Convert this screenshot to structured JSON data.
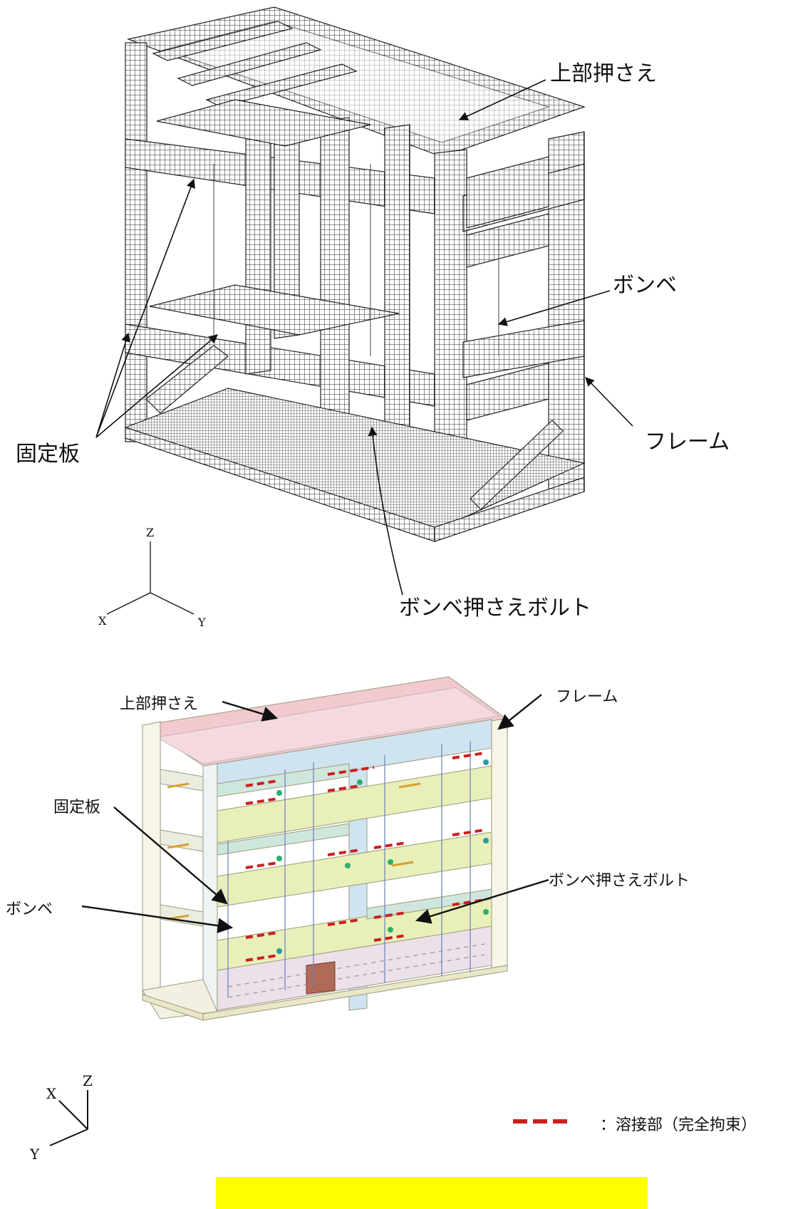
{
  "top_figure": {
    "labels": {
      "upper_clamp": "上部押さえ",
      "cylinder": "ボンベ",
      "frame": "フレーム",
      "fixing_plate": "固定板",
      "cylinder_bolt": "ボンベ押さえボルト"
    },
    "axes": {
      "z": "Z",
      "x": "X",
      "y": "Y"
    }
  },
  "bottom_figure": {
    "labels": {
      "upper_clamp": "上部押さえ",
      "frame": "フレーム",
      "fixing_plate": "固定板",
      "cylinder_bolt": "ボンベ押さえボルト",
      "cylinder": "ボンベ"
    },
    "axes": {
      "x": "X",
      "z": "Z",
      "y": "Y"
    },
    "legend": {
      "weld": "：溶接部（完全拘束）"
    }
  },
  "colors": {
    "weld": "#cc1f1f",
    "highlight": "#ffff00",
    "mesh": "#3a3a3a",
    "pink": "#f2c9cf",
    "green": "#e8efb8",
    "blue": "#cfe4f0"
  }
}
